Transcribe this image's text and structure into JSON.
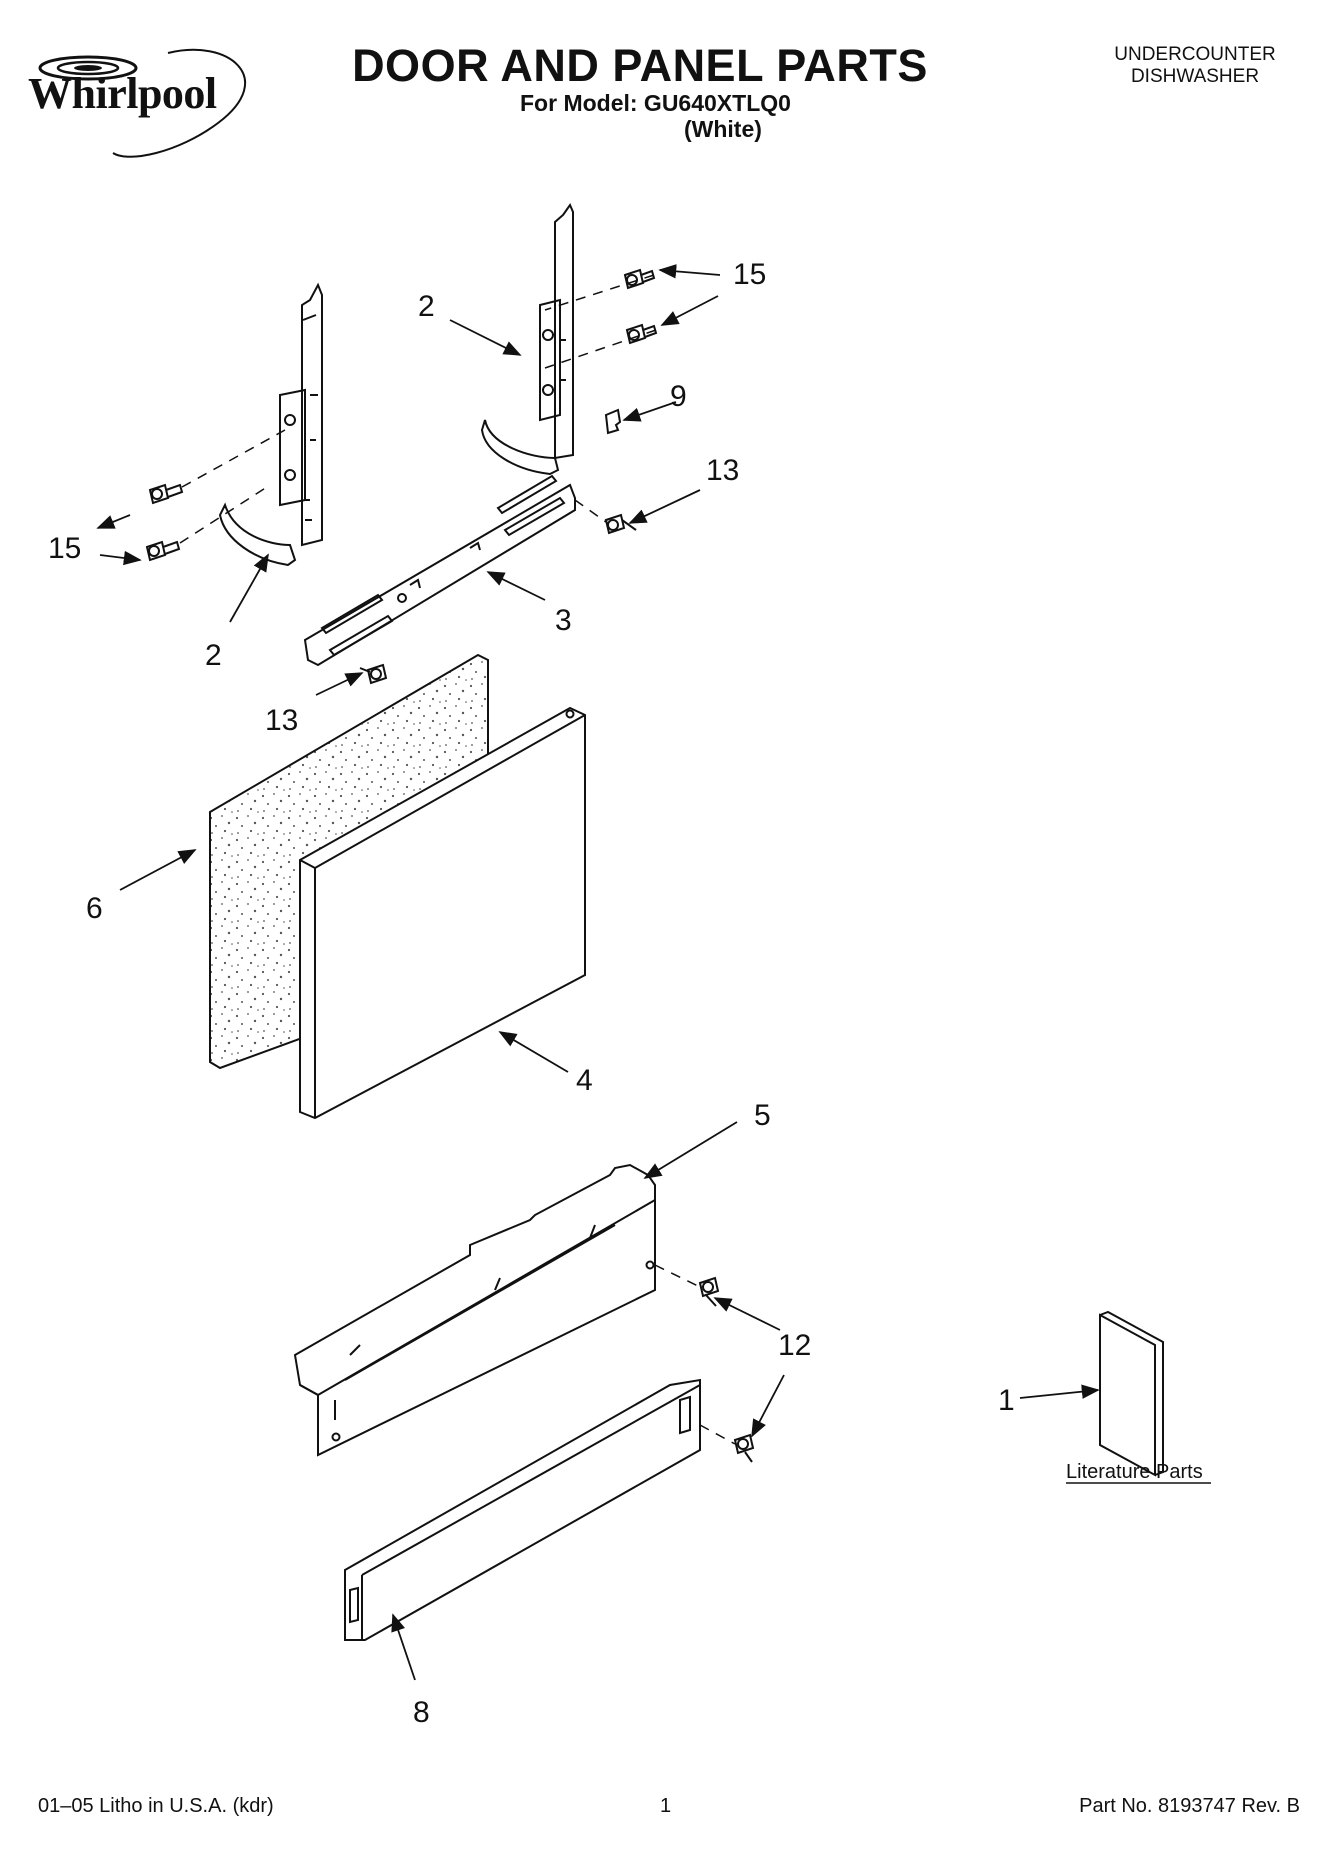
{
  "header": {
    "brand": "Whirlpool",
    "title": "DOOR AND PANEL PARTS",
    "model_line": "For Model: GU640XTLQ0",
    "color_line": "(White)",
    "product_type_line1": "UNDERCOUNTER",
    "product_type_line2": "DISHWASHER"
  },
  "diagram": {
    "callouts": [
      "15",
      "2",
      "9",
      "13",
      "15",
      "2",
      "3",
      "13",
      "6",
      "4",
      "5",
      "12",
      "1",
      "8"
    ],
    "literature_label": "Literature Parts"
  },
  "footer": {
    "litho": "01–05 Litho in U.S.A. (kdr)",
    "page": "1",
    "part_number": "Part No. 8193747 Rev. B"
  },
  "icons": [
    "whirlpool-logo-icon",
    "hinge-bracket-icon",
    "screw-icon",
    "clip-icon",
    "door-brace-icon",
    "insulation-panel-icon",
    "door-panel-icon",
    "toe-panel-icon",
    "access-panel-icon",
    "literature-booklet-icon"
  ],
  "colors": {
    "ink": "#111111",
    "paper": "#ffffff",
    "speckle": "#555555"
  }
}
